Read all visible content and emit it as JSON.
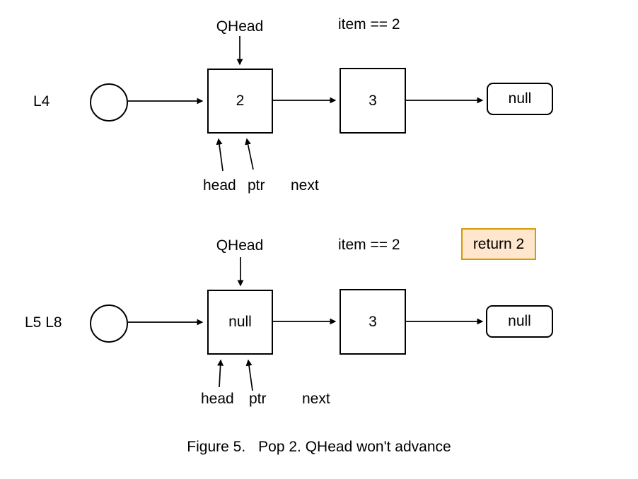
{
  "figure": {
    "caption_prefix": "Figure 5.",
    "caption_text": "Pop 2. QHead won't advance"
  },
  "colors": {
    "line": "#000000",
    "node_fill": "#ffffff",
    "text": "#000000",
    "return_badge_fill": "#ffe6cc",
    "return_badge_border": "#d79b00"
  },
  "rows": [
    {
      "line_label": "L4",
      "qhead": "QHead",
      "condition": "item == 2",
      "node1": "2",
      "node2": "3",
      "terminator": "null",
      "labels": {
        "head": "head",
        "ptr": "ptr",
        "next": "next"
      }
    },
    {
      "line_label": "L5 L8",
      "qhead": "QHead",
      "condition": "item == 2",
      "return_badge": "return 2",
      "node1": "null",
      "node2": "3",
      "terminator": "null",
      "labels": {
        "head": "head",
        "ptr": "ptr",
        "next": "next"
      }
    }
  ]
}
